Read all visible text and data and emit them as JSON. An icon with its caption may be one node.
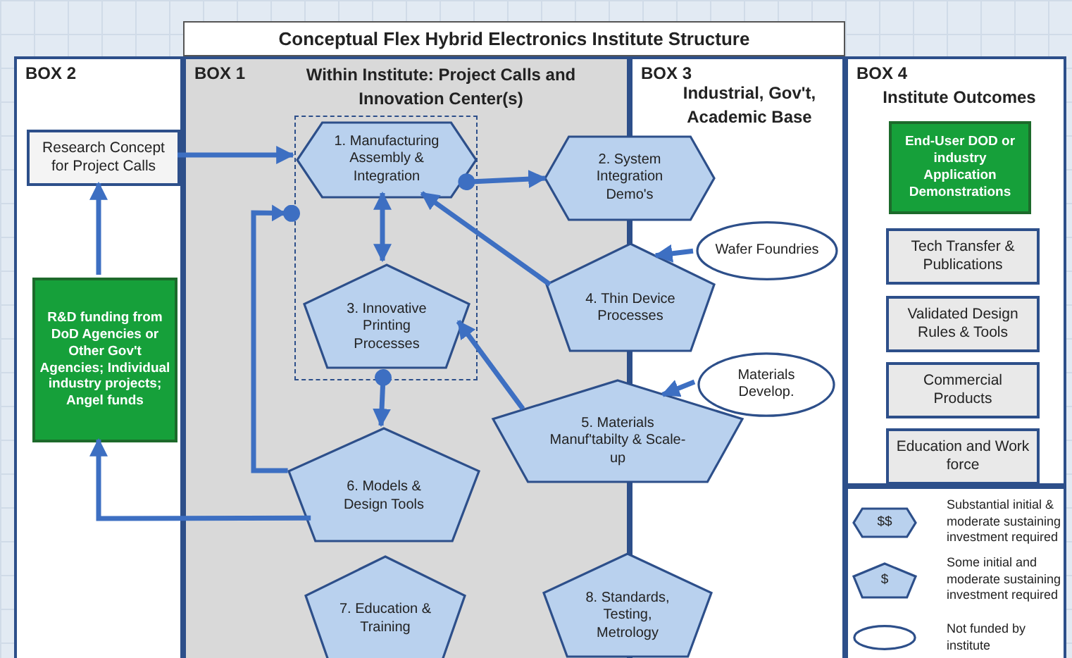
{
  "diagram": {
    "title": "Conceptual Flex Hybrid Electronics Institute Structure",
    "nodes": [
      {
        "text": [
          "BOX 2"
        ]
      },
      {
        "text": [
          "Research Concept for Project Calls"
        ],
        "in": 0
      },
      {
        "text": [
          "R&D funding from DoD Agencies or Other Gov't Agencies; Individual industry projects; Angel funds"
        ],
        "in": 0
      },
      {
        "text": [
          "BOX 1",
          "Within Institute: Project Calls and Innovation Center(s)"
        ]
      },
      {
        "text": [],
        "shape": "box",
        "in": 3
      },
      {
        "text": [
          "1. Manufacturing Assembly & Integration"
        ],
        "in": 4
      },
      {
        "text": [
          "3. Innovative Printing Processes"
        ],
        "in": 4
      },
      {
        "text": [
          "6. Models & Design Tools"
        ],
        "in": 3
      },
      {
        "text": [
          "7. Education & Training"
        ],
        "in": 3
      },
      {
        "text": [
          "BOX 3",
          "Industrial, Gov't, Academic Base"
        ]
      },
      {
        "text": [
          "2. System Integration Demo's"
        ]
      },
      {
        "text": [
          "Wafer Foundries"
        ],
        "in": 9
      },
      {
        "text": [
          "4. Thin Device Processes"
        ]
      },
      {
        "text": [
          "Materials Develop."
        ],
        "in": 9
      },
      {
        "text": [
          "5. Materials Manuf'tabilty & Scale-up"
        ]
      },
      {
        "text": [
          "8. Standards, Testing, Metrology"
        ]
      },
      {
        "text": [
          "BOX 4",
          "Institute Outcomes"
        ]
      },
      {
        "text": [
          "End-User DOD or industry Application Demonstrations"
        ],
        "in": 16
      },
      {
        "text": [
          "Tech Transfer & Publications"
        ],
        "in": 16
      },
      {
        "text": [
          "Validated Design Rules & Tools"
        ],
        "in": 16
      },
      {
        "text": [
          "Commercial Products"
        ],
        "in": 16
      },
      {
        "text": [
          "Education and Work force"
        ],
        "in": 16
      }
    ],
    "edges": [
      {
        "from": 2,
        "to": 1,
        "arrow": "to"
      },
      {
        "from": 1,
        "to": 5,
        "arrow": "to"
      },
      {
        "from": 5,
        "to": 6,
        "arrow": "both"
      },
      {
        "from": 5,
        "to": 10,
        "arrow": "to"
      },
      {
        "from": 12,
        "to": 5,
        "arrow": "to"
      },
      {
        "from": 14,
        "to": 6,
        "arrow": "to"
      },
      {
        "from": 11,
        "to": 12,
        "arrow": "to"
      },
      {
        "from": 13,
        "to": 14,
        "arrow": "to"
      },
      {
        "from": 4,
        "to": 7,
        "arrow": "to"
      },
      {
        "from": 7,
        "to": 4,
        "arrow": "to"
      },
      {
        "from": 7,
        "to": 2,
        "arrow": "to"
      }
    ],
    "labels": [
      "$$",
      "$"
    ],
    "legend": [
      {
        "text": "Substantial initial & moderate sustaining investment required"
      },
      {
        "text": "Some initial and moderate sustaining investment required"
      },
      {
        "text": "Not funded by institute"
      }
    ]
  }
}
